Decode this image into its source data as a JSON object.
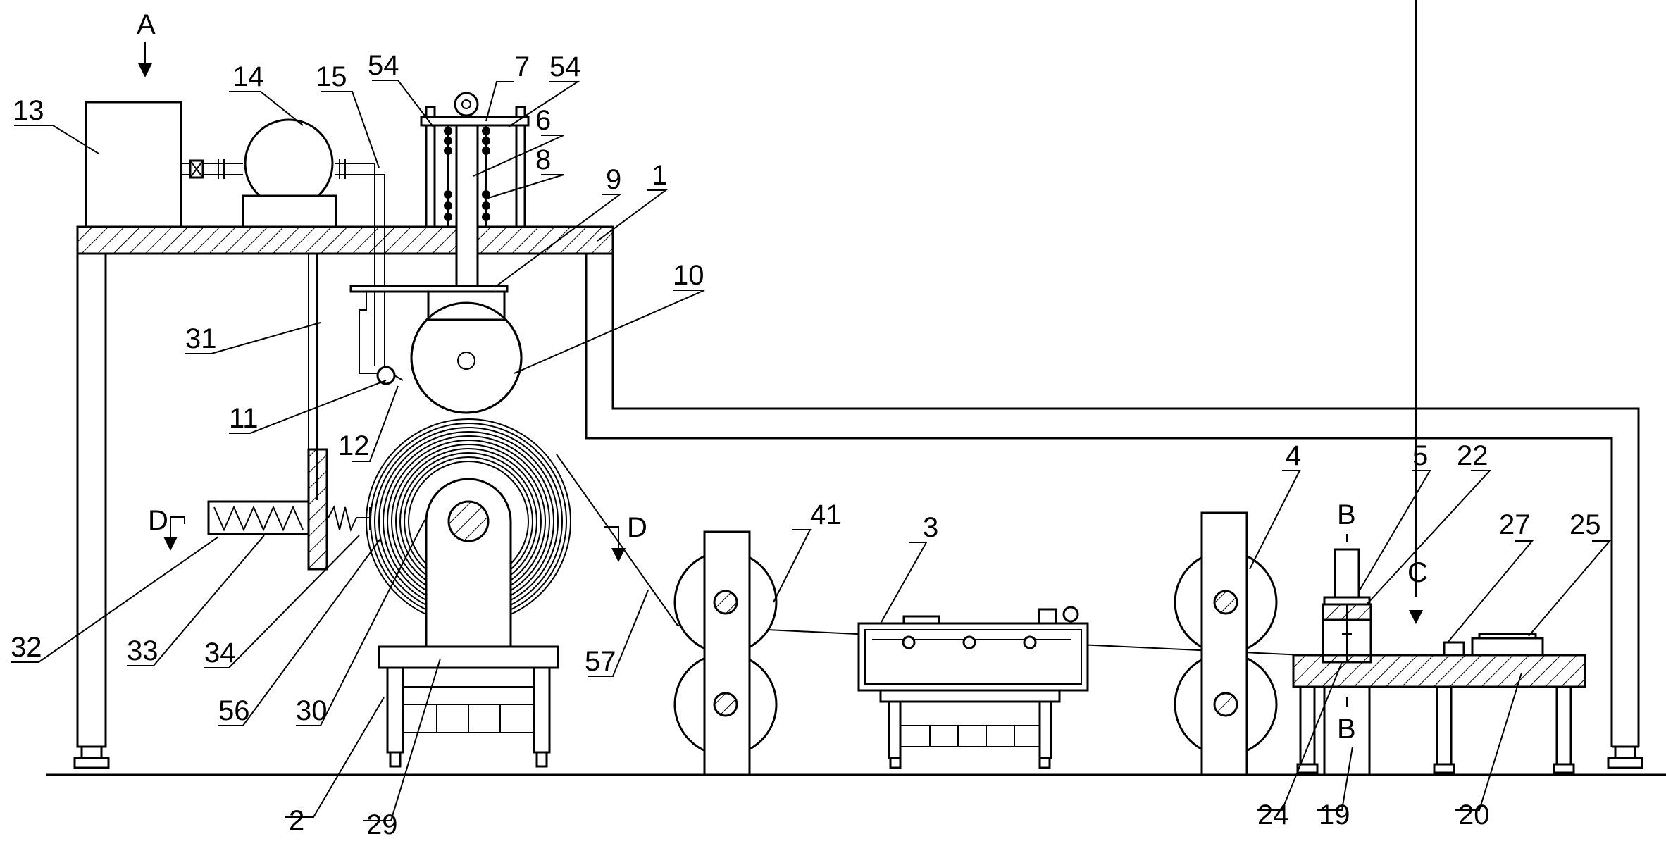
{
  "labels": {
    "n1": "1",
    "n2": "2",
    "n3": "3",
    "n4": "4",
    "n5": "5",
    "n6": "6",
    "n7": "7",
    "n8": "8",
    "n9": "9",
    "n10": "10",
    "n11": "11",
    "n12": "12",
    "n13": "13",
    "n14": "14",
    "n15": "15",
    "n19": "19",
    "n20": "20",
    "n22": "22",
    "n24": "24",
    "n25": "25",
    "n27": "27",
    "n29": "29",
    "n30": "30",
    "n31": "31",
    "n32": "32",
    "n33": "33",
    "n34": "34",
    "n41": "41",
    "n54a": "54",
    "n54b": "54",
    "n56": "56",
    "n57": "57"
  },
  "section_marks": {
    "a": "A",
    "b_top": "B",
    "b_bottom": "B",
    "c": "C",
    "d_left": "D",
    "d_right": "D"
  }
}
